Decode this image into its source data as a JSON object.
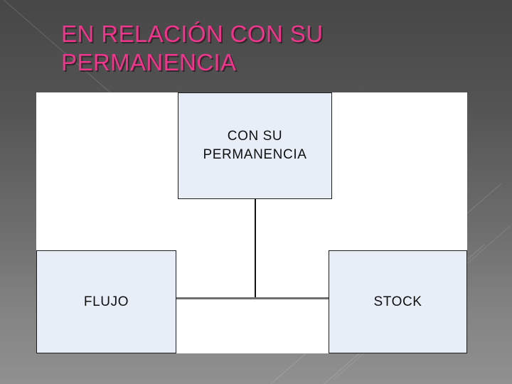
{
  "slide": {
    "title": "EN RELACIÓN CON SU\nPERMANENCIA",
    "title_color": "#f0368c",
    "background_top_color": "#474747",
    "background_bottom_color": "#909090"
  },
  "diagram": {
    "canvas_color": "#ffffff",
    "box_fill_color": "#e7eef8",
    "box_border_color": "#1d1d1d",
    "boxes": [
      {
        "id": "top",
        "label": "CON SU\nPERMANENCIA"
      },
      {
        "id": "left",
        "label": "FLUJO"
      },
      {
        "id": "right",
        "label": "STOCK"
      }
    ],
    "connectors": [
      {
        "id": "vertical",
        "color": "#111111"
      },
      {
        "id": "horizontal",
        "color": "#6e6e6e"
      }
    ]
  }
}
